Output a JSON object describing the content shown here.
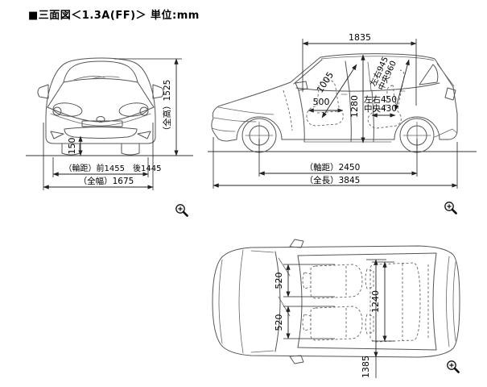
{
  "title": "■三面図＜1.3A(FF)＞ 単位:mm",
  "front": {
    "overall_height": "（全高）1525",
    "ground_clearance": "150",
    "track": "（輪距）前1455　後1445",
    "overall_width": "（全幅）1675"
  },
  "side": {
    "interior_length": "1835",
    "front_diagonal": "1005",
    "seat_length": "500",
    "interior_height": "1280",
    "rear_diagonal_sides": "左右945",
    "rear_diagonal_center": "中央960",
    "rear_couple_sides": "左右450",
    "rear_couple_center": "中央430",
    "wheelbase": "（軸距）2450",
    "overall_length": "（全長）3845"
  },
  "top": {
    "seat_width_upper": "520",
    "seat_width_lower": "520",
    "width_1240": "1240",
    "width_1385": "1385"
  },
  "icons": {
    "zoom_in": "magnifier-plus"
  }
}
